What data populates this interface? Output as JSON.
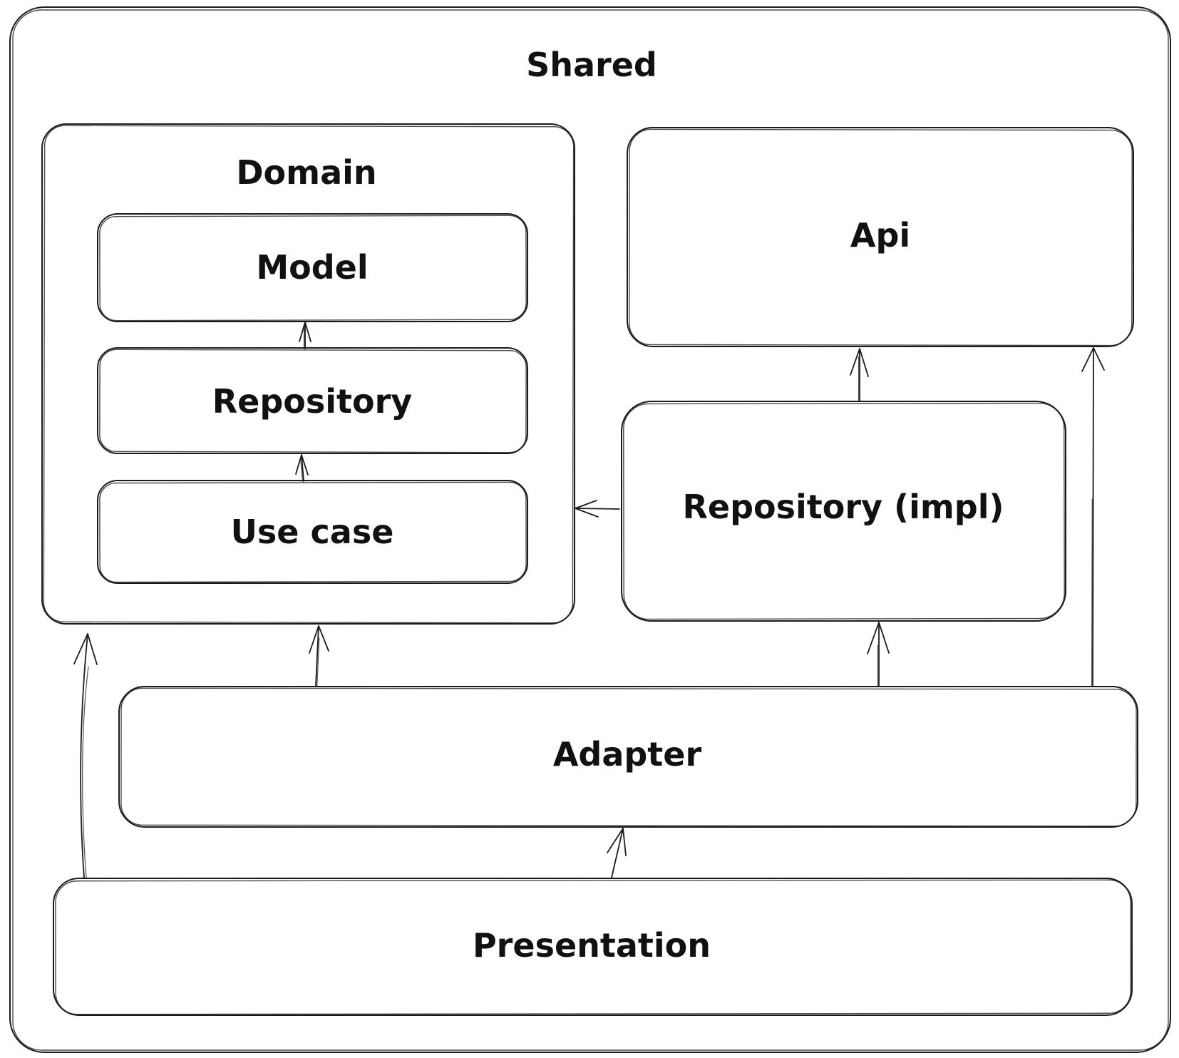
{
  "diagram": {
    "title": "Shared",
    "containers": {
      "shared": {
        "label": "Shared"
      },
      "domain": {
        "label": "Domain"
      }
    },
    "nodes": {
      "model": {
        "label": "Model"
      },
      "repository": {
        "label": "Repository"
      },
      "use_case": {
        "label": "Use case"
      },
      "api": {
        "label": "Api"
      },
      "repository_impl": {
        "label": "Repository (impl)"
      },
      "adapter": {
        "label": "Adapter"
      },
      "presentation": {
        "label": "Presentation"
      }
    },
    "edges": [
      {
        "from": "Repository",
        "to": "Model"
      },
      {
        "from": "Use case",
        "to": "Repository"
      },
      {
        "from": "Repository (impl)",
        "to": "Api"
      },
      {
        "from": "Repository (impl)",
        "to": "Domain"
      },
      {
        "from": "Adapter",
        "to": "Domain"
      },
      {
        "from": "Adapter",
        "to": "Repository (impl)"
      },
      {
        "from": "Adapter",
        "to": "Api"
      },
      {
        "from": "Presentation",
        "to": "Adapter"
      },
      {
        "from": "Presentation",
        "to": "Domain"
      }
    ],
    "colors": {
      "stroke": "#1b1b1b",
      "text": "#111111",
      "background": "#ffffff"
    }
  }
}
